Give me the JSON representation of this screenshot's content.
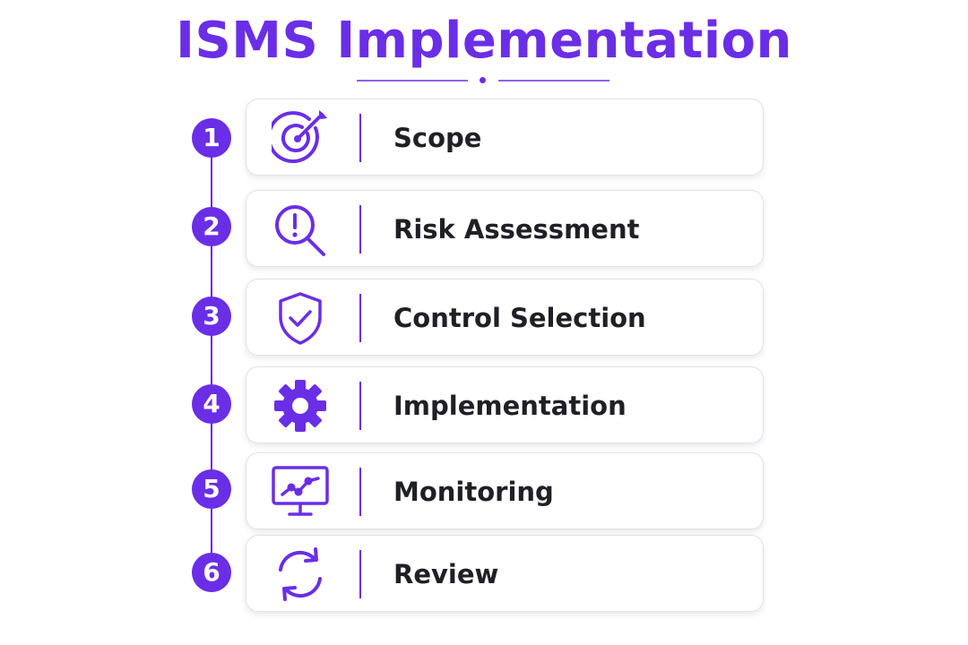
{
  "title": "ISMS Implementation",
  "colors": {
    "accent": "#6a2ee6",
    "accent_soft": "#8f63ee"
  },
  "steps": [
    {
      "number": "1",
      "label": "Scope",
      "icon": "target-icon"
    },
    {
      "number": "2",
      "label": "Risk Assessment",
      "icon": "magnifier-alert-icon"
    },
    {
      "number": "3",
      "label": "Control Selection",
      "icon": "shield-check-icon"
    },
    {
      "number": "4",
      "label": "Implementation",
      "icon": "gear-icon"
    },
    {
      "number": "5",
      "label": "Monitoring",
      "icon": "monitor-chart-icon"
    },
    {
      "number": "6",
      "label": "Review",
      "icon": "refresh-icon"
    }
  ]
}
